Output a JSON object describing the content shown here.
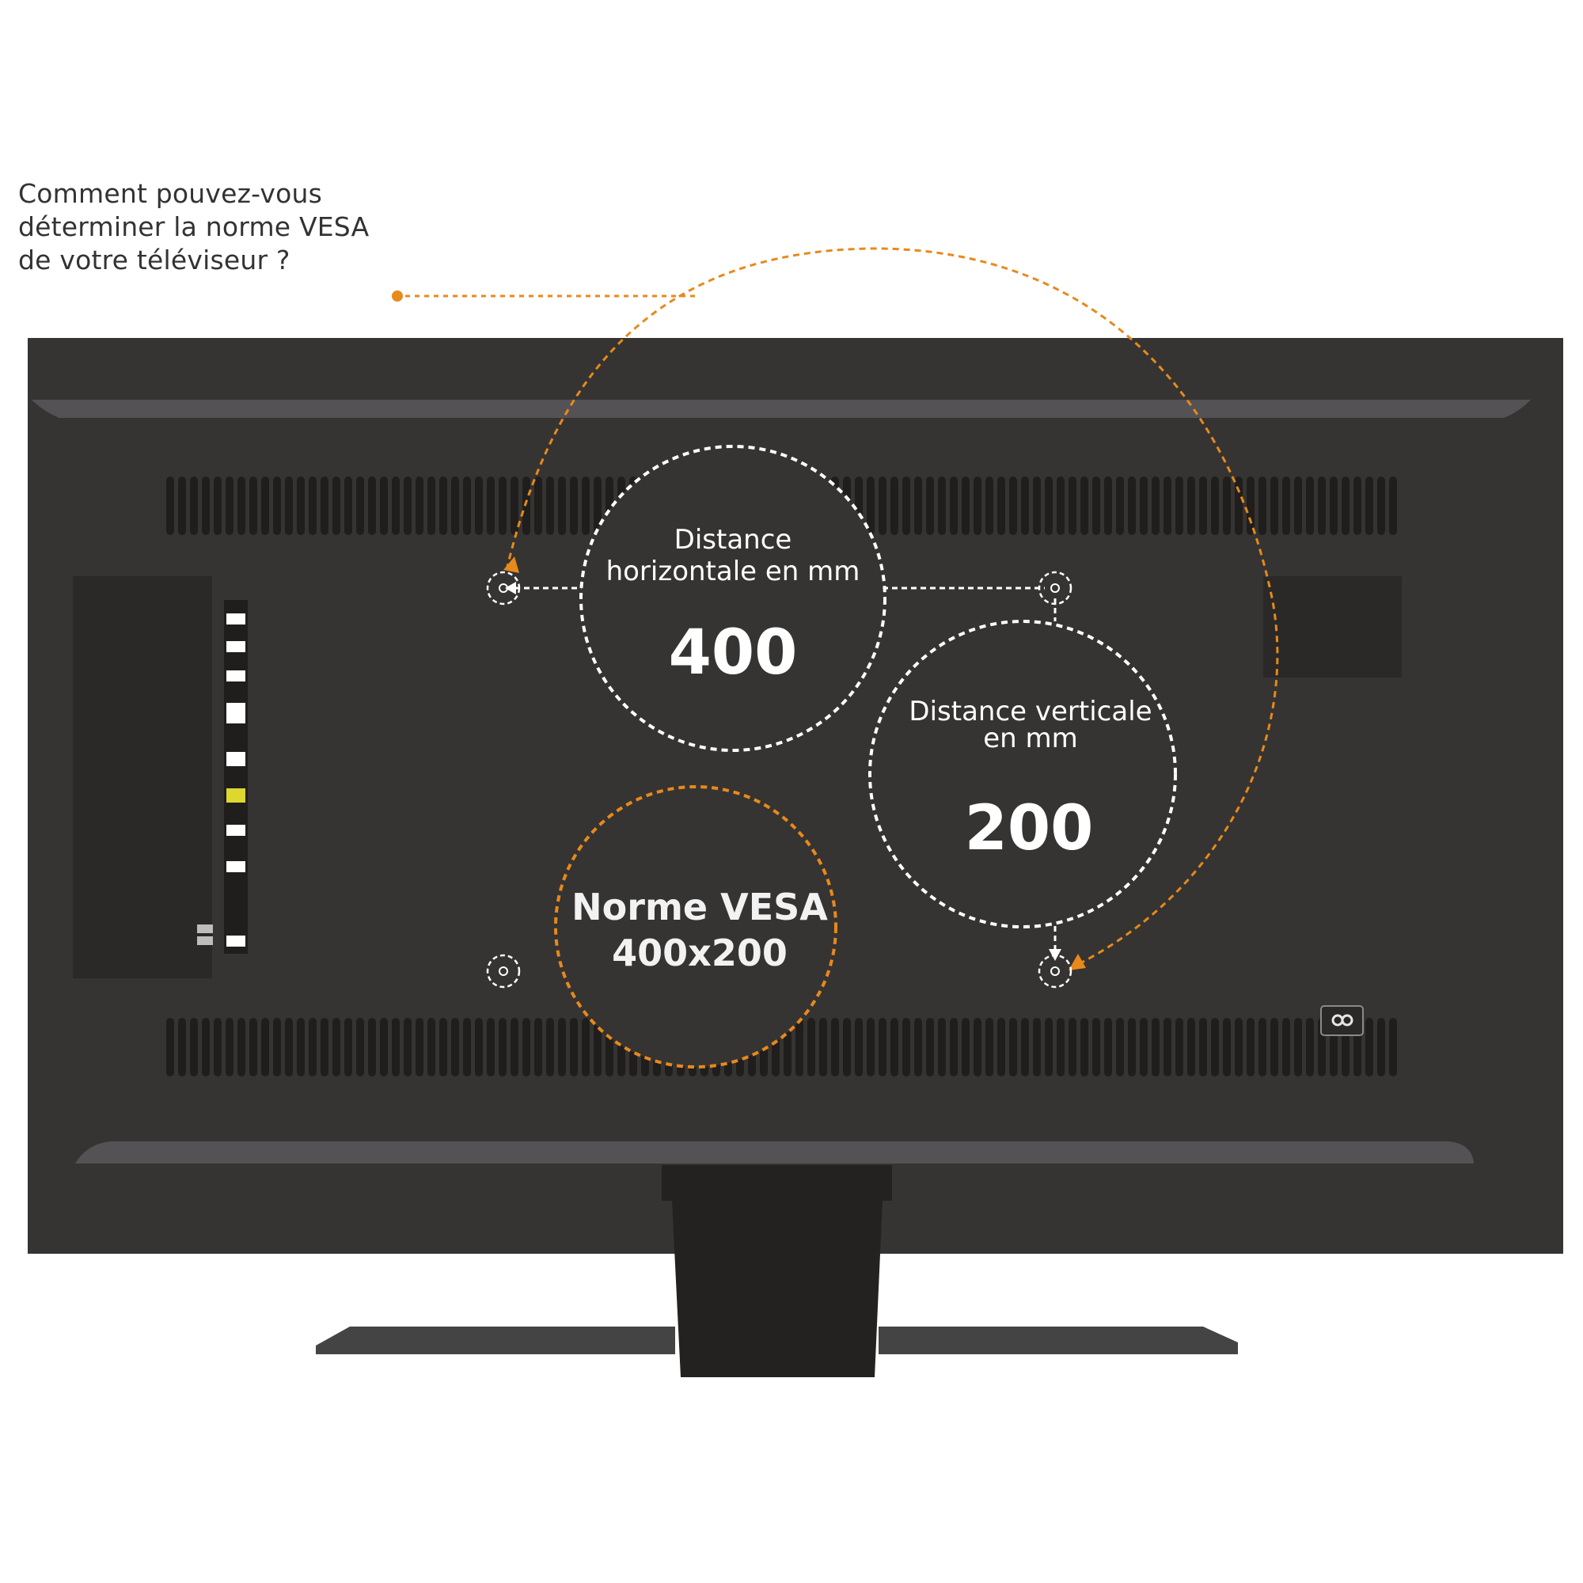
{
  "question": {
    "lines": [
      "Comment pouvez-vous",
      "déterminer la norme VESA",
      "de votre téléviseur ?"
    ]
  },
  "horizontal": {
    "label_line1": "Distance",
    "label_line2": "horizontale en mm",
    "value": "400"
  },
  "vertical": {
    "label_line1": "Distance verticale",
    "label_line2": "en mm",
    "value": "200"
  },
  "vesa": {
    "line1": "Norme VESA",
    "line2": "400x200"
  },
  "colors": {
    "tv_body": "#353432",
    "tv_panel": "#2a2927",
    "trim": "#545255",
    "accent": "#e8891b",
    "port_yellow": "#dcd830",
    "text_white": "#ffffff"
  },
  "icons": {
    "mounting_hole": "mounting-hole-icon",
    "arrow": "arrowhead-icon",
    "usb_port": "usb-port-icon",
    "indicator": "infinity-badge-icon"
  }
}
